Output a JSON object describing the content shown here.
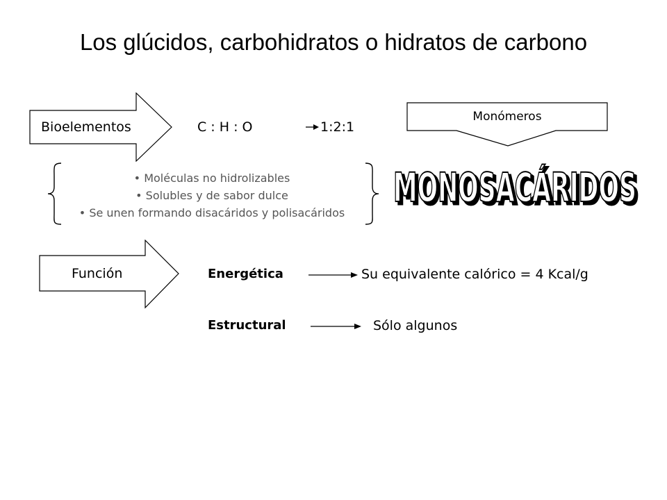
{
  "title": "Los glúcidos, carbohidratos o hidratos de carbono",
  "bioelementos": {
    "label": "Bioelementos",
    "formula": "C : H : O",
    "ratio": "1:2:1"
  },
  "monomeros": {
    "label": "Monómeros",
    "word": "MONOSACÁRIDOS"
  },
  "properties": [
    "Moléculas no hidrolizables",
    "Solubles y de sabor dulce",
    "Se unen formando disacáridos y polisacáridos"
  ],
  "bullet_char": "•",
  "funcion": {
    "label": "Función",
    "items": [
      {
        "name": "Energética",
        "detail": "Su equivalente calórico = 4 Kcal/g"
      },
      {
        "name": "Estructural",
        "detail": "Sólo algunos"
      }
    ]
  },
  "colors": {
    "text": "#000000",
    "bullet_text": "#555555",
    "shape_stroke": "#000000",
    "shape_fill": "#ffffff"
  }
}
